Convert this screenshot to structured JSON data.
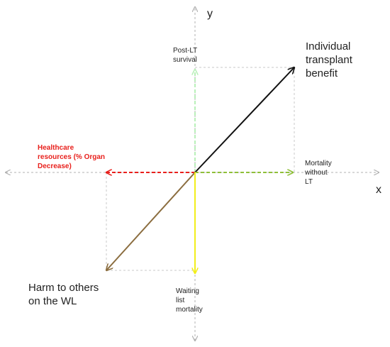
{
  "axes": {
    "x_label": "x",
    "y_label": "y"
  },
  "labels": {
    "post_lt_survival": [
      "Post-LT",
      "survival"
    ],
    "individual_benefit": [
      "Individual",
      "transplant",
      "benefit"
    ],
    "healthcare_resources": [
      "Healthcare",
      "resources (% Organ",
      "Decrease)"
    ],
    "mortality_without_lt": [
      "Mortality",
      "without",
      "LT"
    ],
    "harm_to_others": [
      "Harm to others",
      "on the WL"
    ],
    "waiting_list_mortality": [
      "Waiting",
      "list",
      "mortality"
    ]
  },
  "colors": {
    "axis": "#b0b0b0",
    "guide": "#c8c8c8",
    "post_lt_survival": "#b9f0b9",
    "individual_benefit": "#111111",
    "healthcare_resources": "#e8201c",
    "mortality_without_lt": "#8fbf3a",
    "harm_to_others": "#8b6d3f",
    "waiting_list_mortality": "#f2ee1a"
  }
}
